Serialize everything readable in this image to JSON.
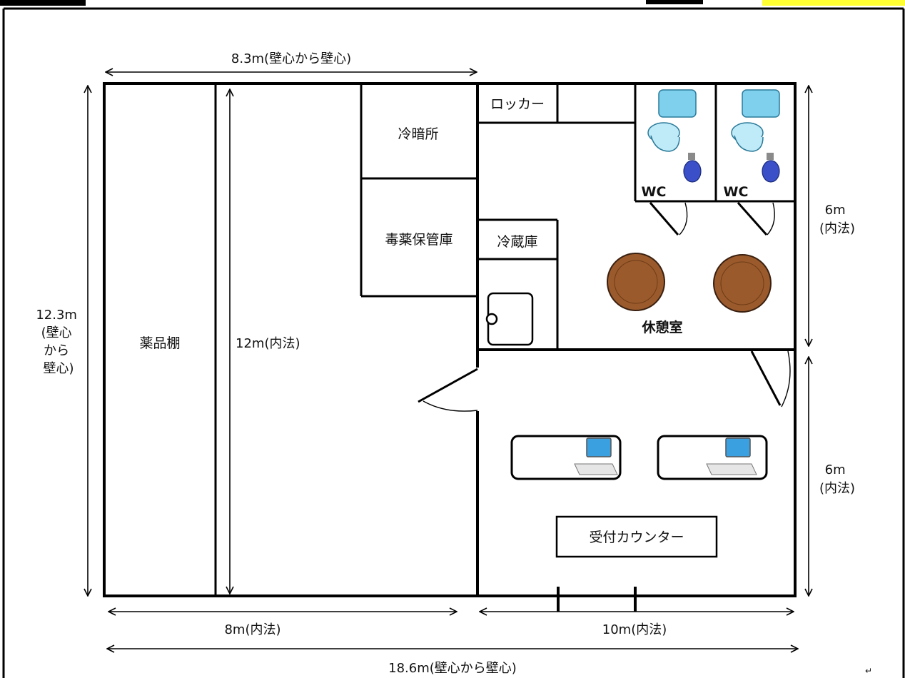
{
  "dimensions": {
    "top_width": "8.3m(壁心から壁心)",
    "left_height_lines": [
      "12.3m",
      "(壁心",
      "から",
      "壁心)"
    ],
    "inner_height": "12m(内法)",
    "right_upper_lines": [
      "6m",
      "(内法)"
    ],
    "right_lower_lines": [
      "6m",
      "(内法)"
    ],
    "bottom_left": "8m(内法)",
    "bottom_right": "10m(内法)",
    "bottom_total": "18.6m(壁心から壁心)"
  },
  "rooms": {
    "shelf": "薬品棚",
    "cool_dark": "冷暗所",
    "poison_storage": "毒薬保管庫",
    "locker": "ロッカー",
    "refrigerator": "冷蔵庫",
    "wc_left": "WC",
    "wc_right": "WC",
    "rest_room": "休憩室",
    "reception": "受付カウンター"
  },
  "colors": {
    "wall": "#000000",
    "table": "#9a5a2c",
    "toilet": "#7fd0ec",
    "highlight": "#ffff33"
  }
}
